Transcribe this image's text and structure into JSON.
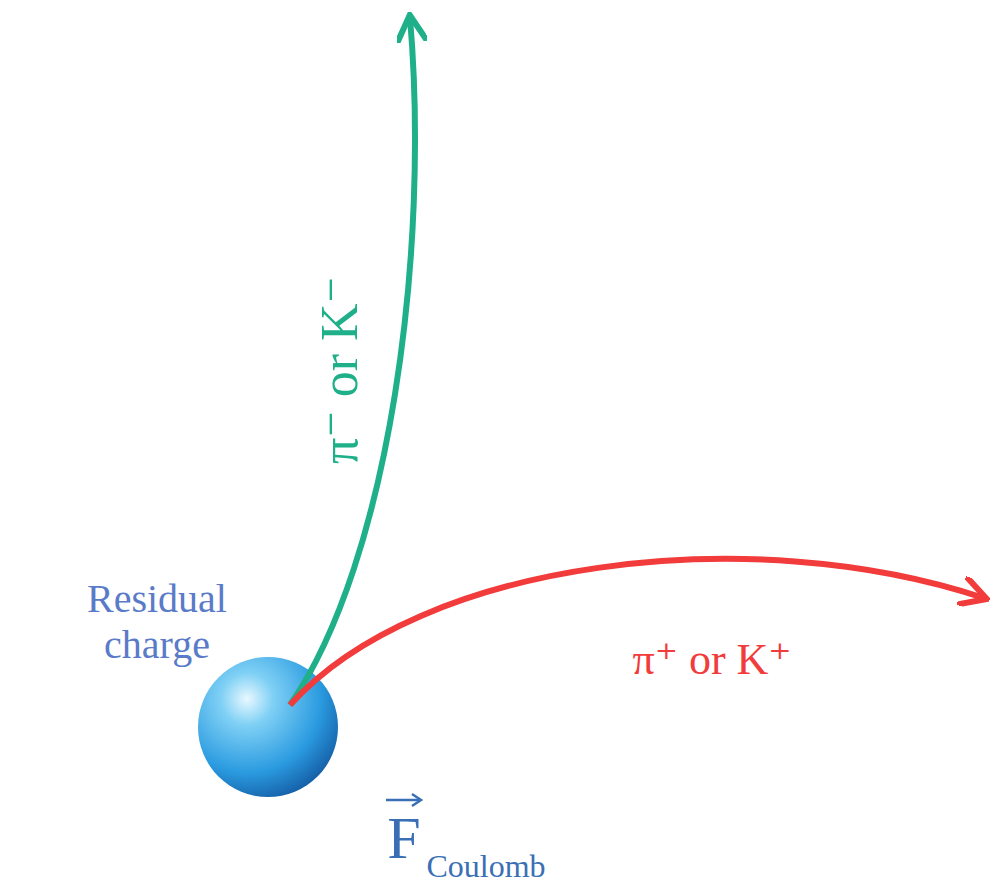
{
  "diagram": {
    "labels": [
      "Residual charge",
      "π⁻ or K⁻",
      "π⁺ or K⁺",
      "F",
      "Coulomb"
    ]
  }
}
